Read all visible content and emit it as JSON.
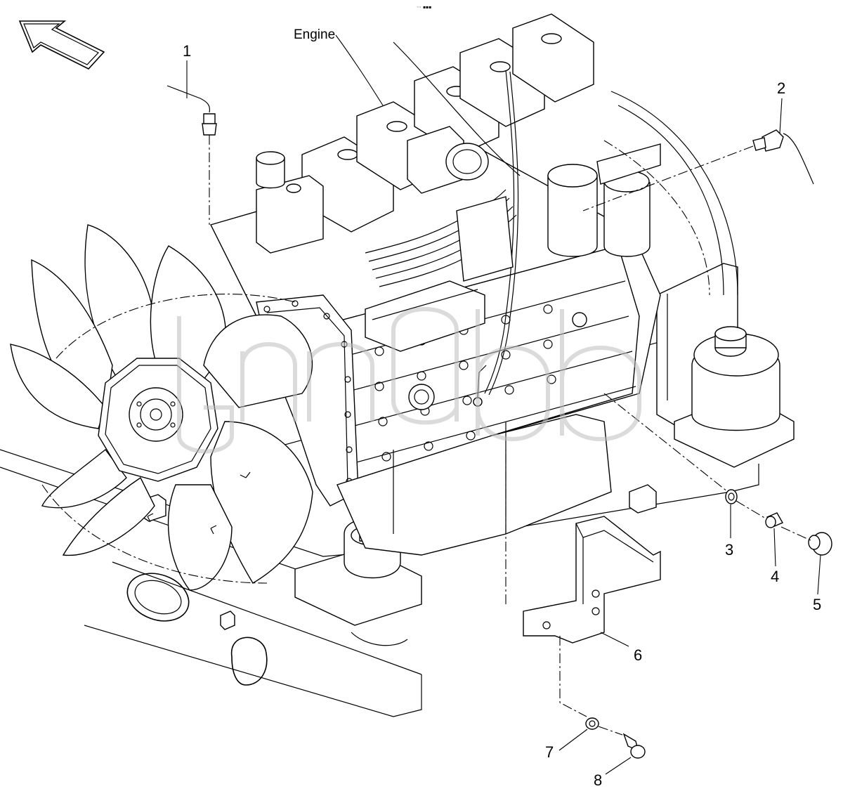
{
  "header_mark": "◦◦ ▪▪▪",
  "labels": {
    "engine": "Engine",
    "callouts": [
      "1",
      "2",
      "3",
      "4",
      "5",
      "6",
      "7",
      "8"
    ]
  },
  "colors": {
    "line": "#000000",
    "background": "#ffffff",
    "watermark": "#bdbdbd"
  }
}
